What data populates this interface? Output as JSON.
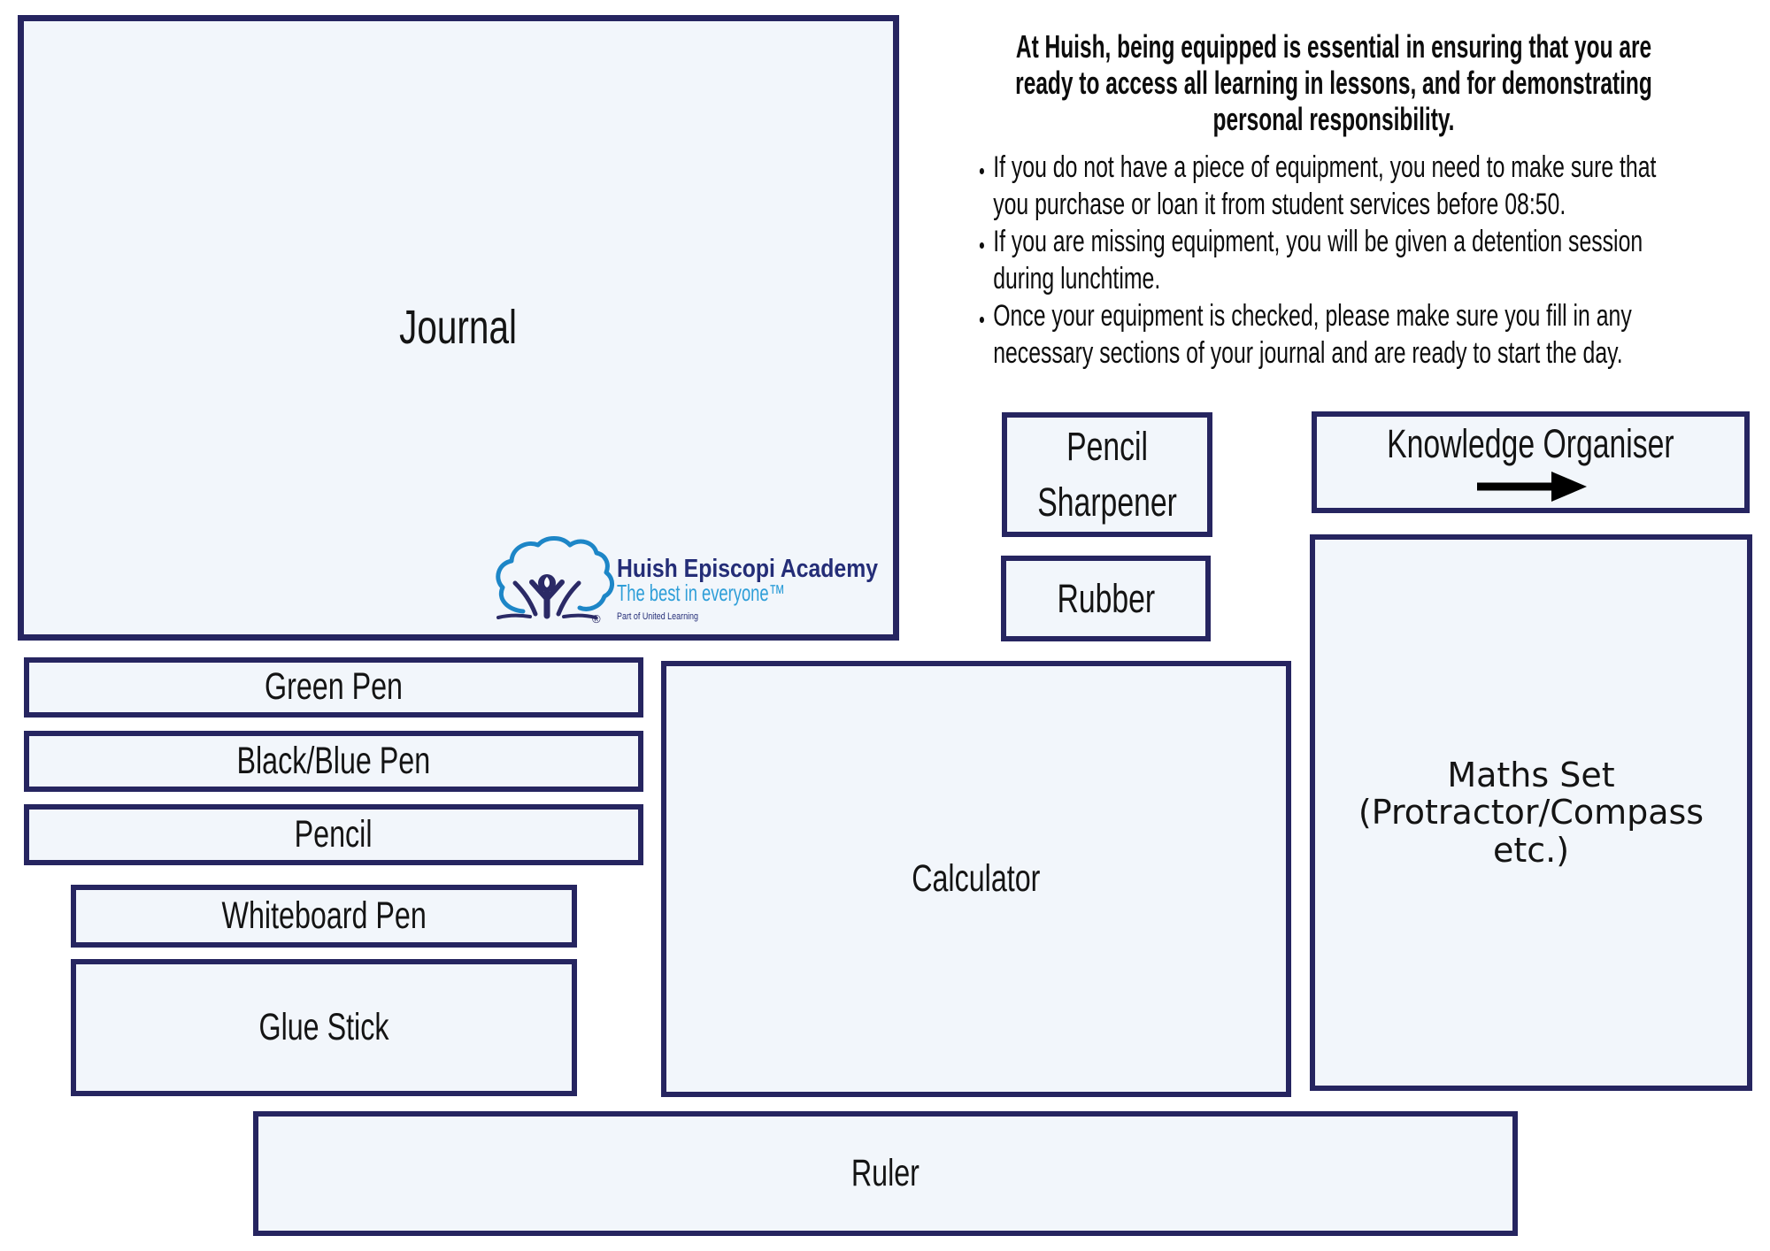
{
  "colors": {
    "box_border": "#262560",
    "box_fill": "#f2f6fb",
    "label_text": "#141414",
    "notice_text": "#0d0d0d",
    "arrow": "#000000",
    "logo_navy": "#242d77",
    "logo_light_blue": "#2e9ed8",
    "logo_tree_blue": "#1d86c7",
    "logo_figure_navy": "#2b2a66"
  },
  "notice": {
    "heading_lines": [
      "At Huish, being equipped is essential in ensuring that you are",
      "ready to access all learning in lessons, and for demonstrating",
      "personal responsibility."
    ],
    "bullets": [
      [
        "If you do not have a piece of equipment, you need to make sure that",
        "you purchase or loan it from student services before 08:50."
      ],
      [
        "If you are missing equipment, you will be given a detention session",
        "during lunchtime."
      ],
      [
        "Once your equipment is checked, please make sure you fill in any",
        "necessary sections of your journal and are ready to start the day."
      ]
    ]
  },
  "boxes": {
    "journal": {
      "label": "Journal"
    },
    "pencil_sharpener": {
      "label_lines": [
        "Pencil",
        "Sharpener"
      ]
    },
    "knowledge_organiser": {
      "label": "Knowledge Organiser"
    },
    "rubber": {
      "label": "Rubber"
    },
    "green_pen": {
      "label": "Green Pen"
    },
    "black_blue_pen": {
      "label": "Black/Blue Pen"
    },
    "pencil": {
      "label": "Pencil"
    },
    "whiteboard_pen": {
      "label": "Whiteboard Pen"
    },
    "glue_stick": {
      "label": "Glue Stick"
    },
    "calculator": {
      "label": "Calculator"
    },
    "maths_set": {
      "label_lines": [
        "Maths Set",
        "(Protractor/Compass",
        "etc.)"
      ]
    },
    "ruler": {
      "label": "Ruler"
    }
  },
  "icons": {
    "knowledge_organiser_arrow": "right-arrow"
  },
  "logo": {
    "org": "Huish Episcopi Academy",
    "tagline": "The best in everyone™",
    "subtext": "Part of United Learning",
    "registered": "®"
  }
}
